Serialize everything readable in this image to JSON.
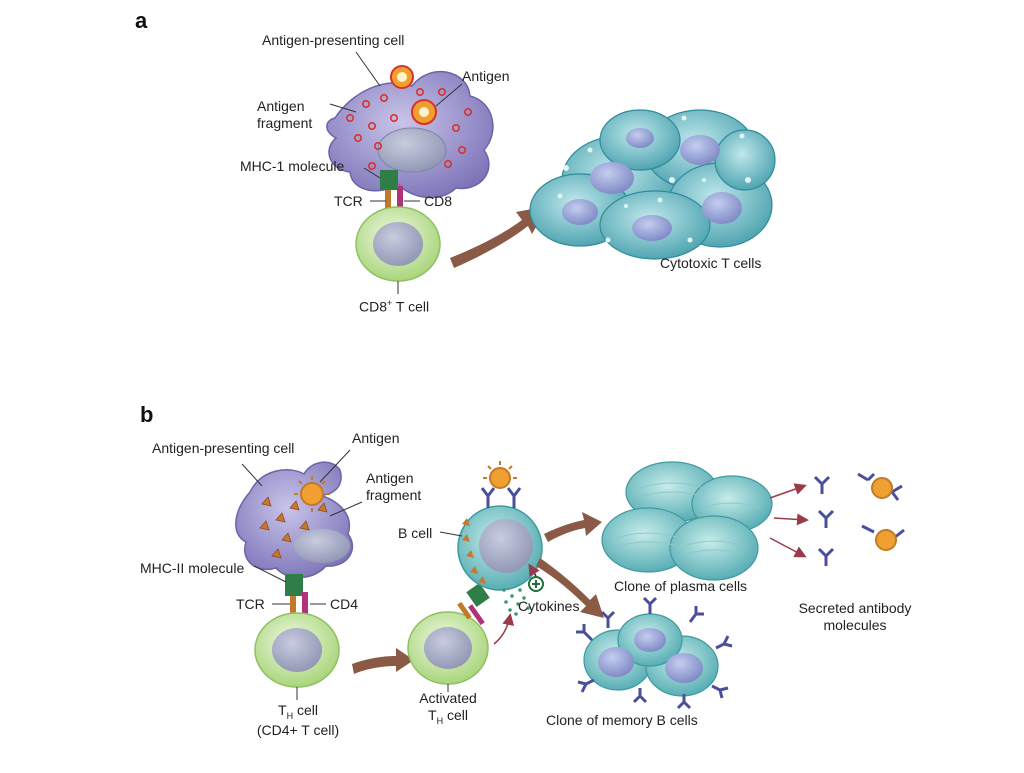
{
  "panel_a": {
    "letter": "a",
    "apc_label": "Antigen-presenting cell",
    "antigen_label": "Antigen",
    "fragment_label_1": "Antigen",
    "fragment_label_2": "fragment",
    "mhc_label": "MHC-1 molecule",
    "tcr_label": "TCR",
    "cd_label": "CD8",
    "tcell_label_pre": "CD8",
    "tcell_label_sup": "+",
    "tcell_label_post": " T cell",
    "result_label": "Cytotoxic T cells"
  },
  "panel_b": {
    "letter": "b",
    "apc_label": "Antigen-presenting cell",
    "antigen_label": "Antigen",
    "fragment_label_1": "Antigen",
    "fragment_label_2": "fragment",
    "mhc_label": "MHC-II molecule",
    "tcr_label": "TCR",
    "cd_label": "CD4",
    "th_line1_pre": "T",
    "th_line1_sub": "H",
    "th_line1_post": " cell",
    "th_line2": "(CD4+ T cell)",
    "activated_line1": "Activated",
    "activated_line2_pre": "T",
    "activated_line2_sub": "H",
    "activated_line2_post": " cell",
    "bcell_label": "B cell",
    "cytokines_label": "Cytokines",
    "plasma_label": "Clone of plasma cells",
    "memory_label": "Clone of memory B cells",
    "antibody_line1": "Secreted antibody",
    "antibody_line2": "molecules"
  },
  "colors": {
    "apc_purple": "#9f97d2",
    "tcell_green": "#c9e7a4",
    "nucleus_grey": "#a9aec7",
    "bcell_teal": "#7cc8c7",
    "arrow_brown": "#8b5a46",
    "mhc_green": "#2f7d47",
    "cd_magenta": "#b0327a",
    "antigen_orange": "#f0a030"
  }
}
